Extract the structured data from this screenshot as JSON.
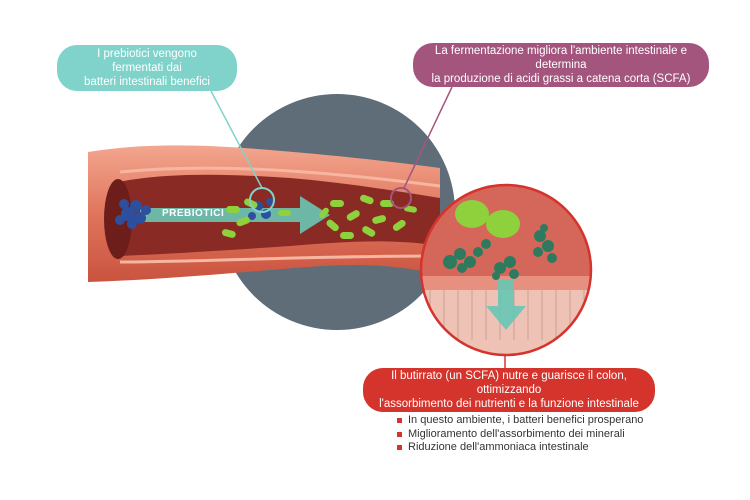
{
  "callouts": {
    "fermentation": {
      "line1": "I prebiotici vengono fermentati dai",
      "line2": "batteri intestinali benefici",
      "color": "#7fd3cb"
    },
    "scfa": {
      "line1": "La fermentazione migliora l'ambiente intestinale e determina",
      "line2": "la produzione di acidi grassi a catena corta (SCFA)",
      "color": "#a4557e"
    },
    "butyrate": {
      "line1": "Il butirrato (un SCFA) nutre e guarisce il colon, ottimizzando",
      "line2": "l'assorbimento dei nutrienti e la funzione intestinale",
      "color": "#d5342d"
    }
  },
  "label": {
    "prebiotics": "PREBIOTICI"
  },
  "benefits": [
    "In questo ambiente, i batteri benefici prosperano",
    "Miglioramento dell'assorbimento dei minerali",
    "Riduzione dell'ammoniaca intestinale"
  ],
  "colors": {
    "backdrop_circle": "#5f6d78",
    "intestine_wall": "#e0755c",
    "lumen": "#8a2a24",
    "bacteria": "#8ed13c",
    "prebiotic_cluster": "#2d4f9e",
    "scfa_cluster": "#2e7a5f",
    "flow_arrow": "#68c6b5",
    "accent_red": "#d5342d"
  }
}
